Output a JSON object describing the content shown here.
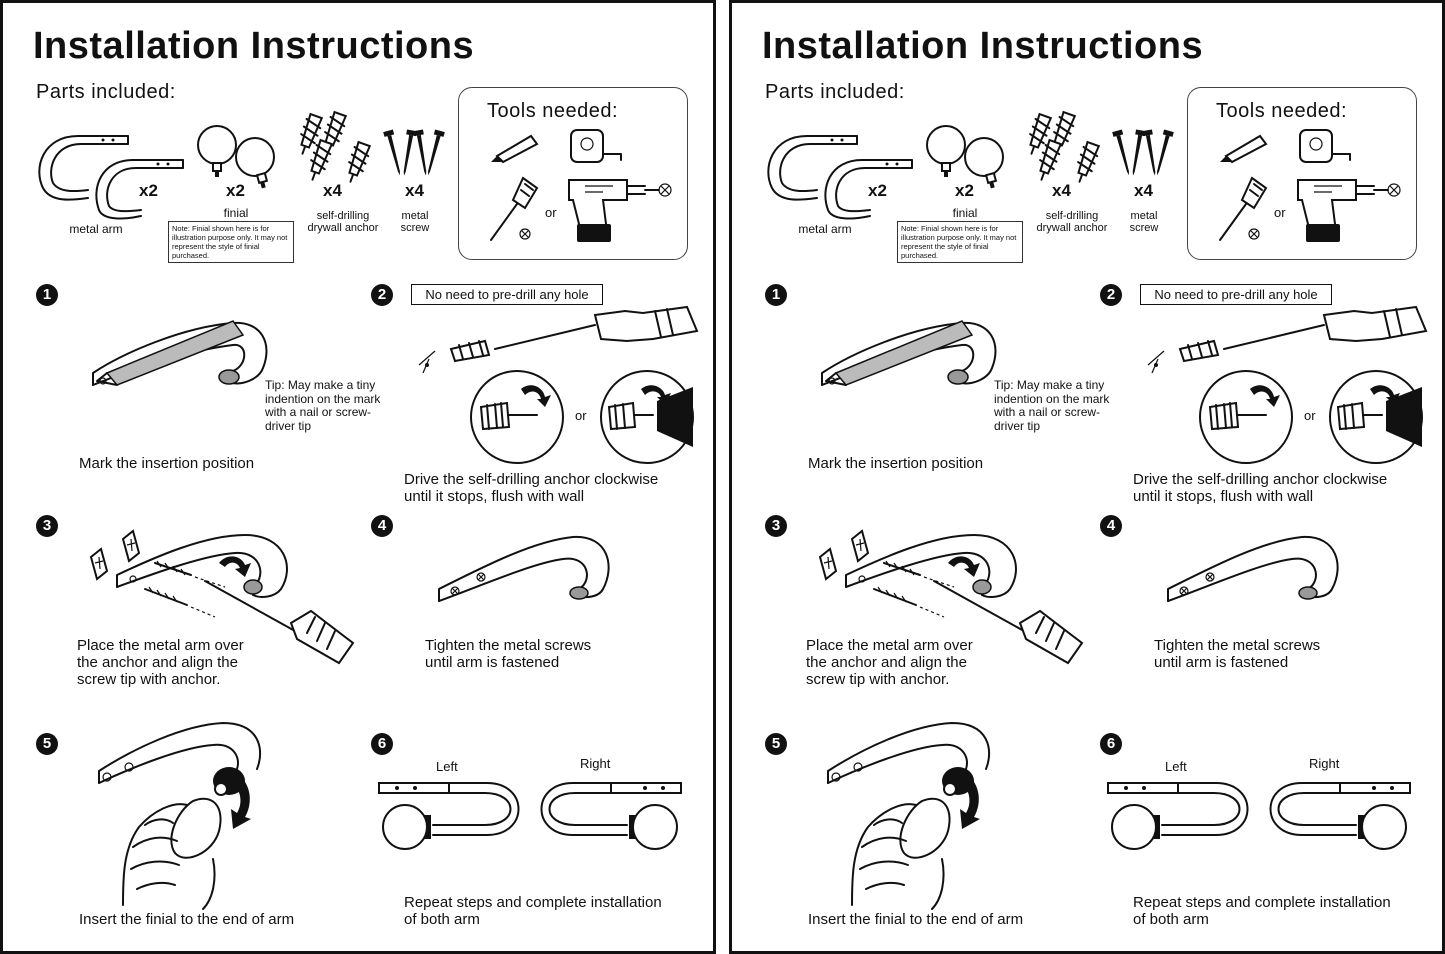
{
  "document": {
    "title": "Installation Instructions",
    "parts_label": "Parts included:",
    "parts": [
      {
        "icon": "metal-arm-icon",
        "qty": "x2",
        "label": "metal arm"
      },
      {
        "icon": "finial-icon",
        "qty": "x2",
        "label": "finial"
      },
      {
        "icon": "drywall-anchor-icon",
        "qty": "x4",
        "label_line1": "self-drilling",
        "label_line2": "drywall anchor"
      },
      {
        "icon": "metal-screw-icon",
        "qty": "x4",
        "label_line1": "metal",
        "label_line2": "screw"
      }
    ],
    "finial_note": "Note: Finial shown here is for illustration purpose only. It may not represent the style of finial purchased.",
    "tools": {
      "label": "Tools needed:",
      "or": "or",
      "items": [
        "pencil-icon",
        "tape-measure-icon",
        "screwdriver-icon",
        "power-drill-icon"
      ]
    },
    "steps": [
      {
        "number": "1",
        "line1": "Mark the insertion position",
        "tip": [
          "Tip: May make a tiny",
          "indention on the mark",
          "with a nail or screw-",
          "driver tip"
        ]
      },
      {
        "number": "2",
        "callout": "No need to pre-drill any hole",
        "or": "or",
        "line1": "Drive the self-drilling anchor clockwise",
        "line2": "until it stops, flush with wall"
      },
      {
        "number": "3",
        "line1": "Place the metal arm over",
        "line2": "the anchor and align the",
        "line3": "screw tip with anchor."
      },
      {
        "number": "4",
        "line1": "Tighten the metal screws",
        "line2": "until arm is fastened"
      },
      {
        "number": "5",
        "line1": "Insert the finial to the end of arm"
      },
      {
        "number": "6",
        "left_label": "Left",
        "right_label": "Right",
        "line1": "Repeat steps and complete installation",
        "line2": "of both arm"
      }
    ]
  }
}
